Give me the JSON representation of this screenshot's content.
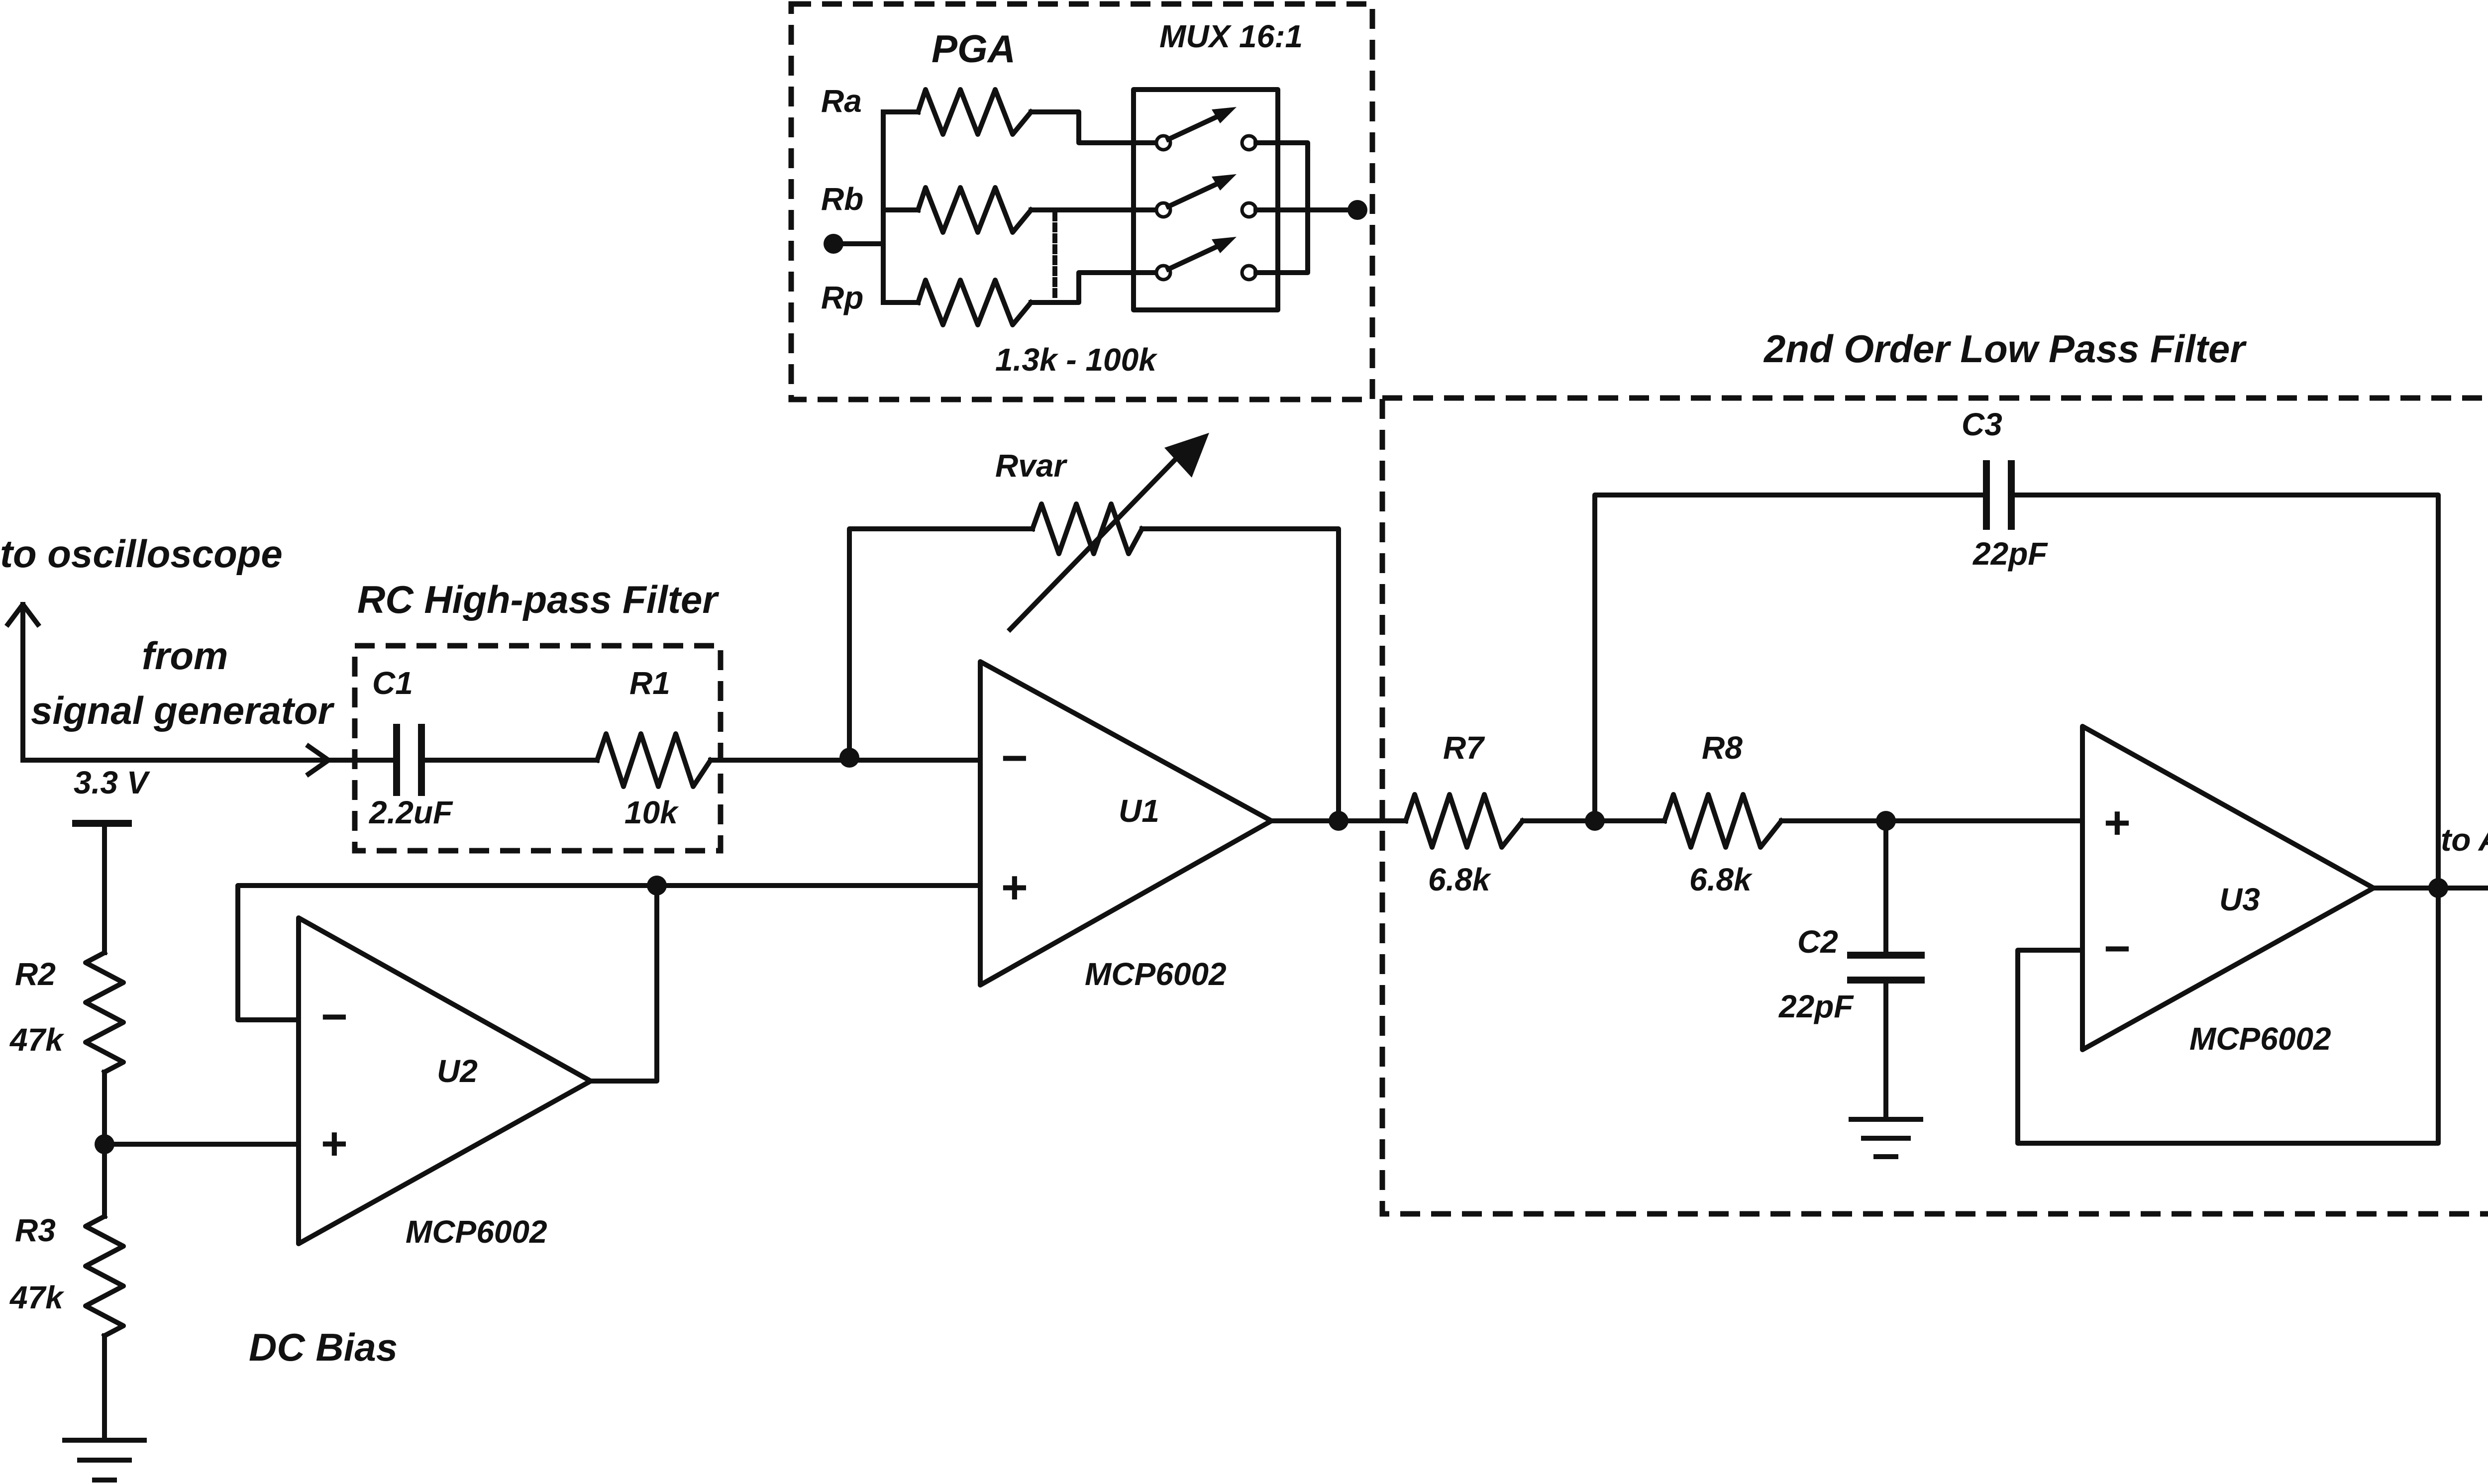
{
  "labels": {
    "to_oscilloscope": "to oscilloscope",
    "from": "from",
    "signal_generator": "signal generator",
    "v33": "3.3 V",
    "rc_hp_title": "RC High-pass Filter",
    "c1": "C1",
    "c1_val": "2.2uF",
    "r1": "R1",
    "r1_val": "10k",
    "rvar": "Rvar",
    "u1": "U1",
    "u1_part": "MCP6002",
    "u2": "U2",
    "u2_part": "MCP6002",
    "u3": "U3",
    "u3_part": "MCP6002",
    "r2": "R2",
    "r2_val": "47k",
    "r3": "R3",
    "r3_val": "47k",
    "dc_bias": "DC Bias",
    "pga": "PGA",
    "mux": "MUX 16:1",
    "ra": "Ra",
    "rb": "Rb",
    "rp": "Rp",
    "range": "1.3k - 100k",
    "lp_title": "2nd Order Low Pass Filter",
    "c3": "C3",
    "c3_val": "22pF",
    "r7": "R7",
    "r7_val": "6.8k",
    "r8": "R8",
    "r8_val": "6.8k",
    "c2": "C2",
    "c2_val": "22pF",
    "to_adc": "to ADC",
    "plus": "+",
    "minus": "−"
  }
}
